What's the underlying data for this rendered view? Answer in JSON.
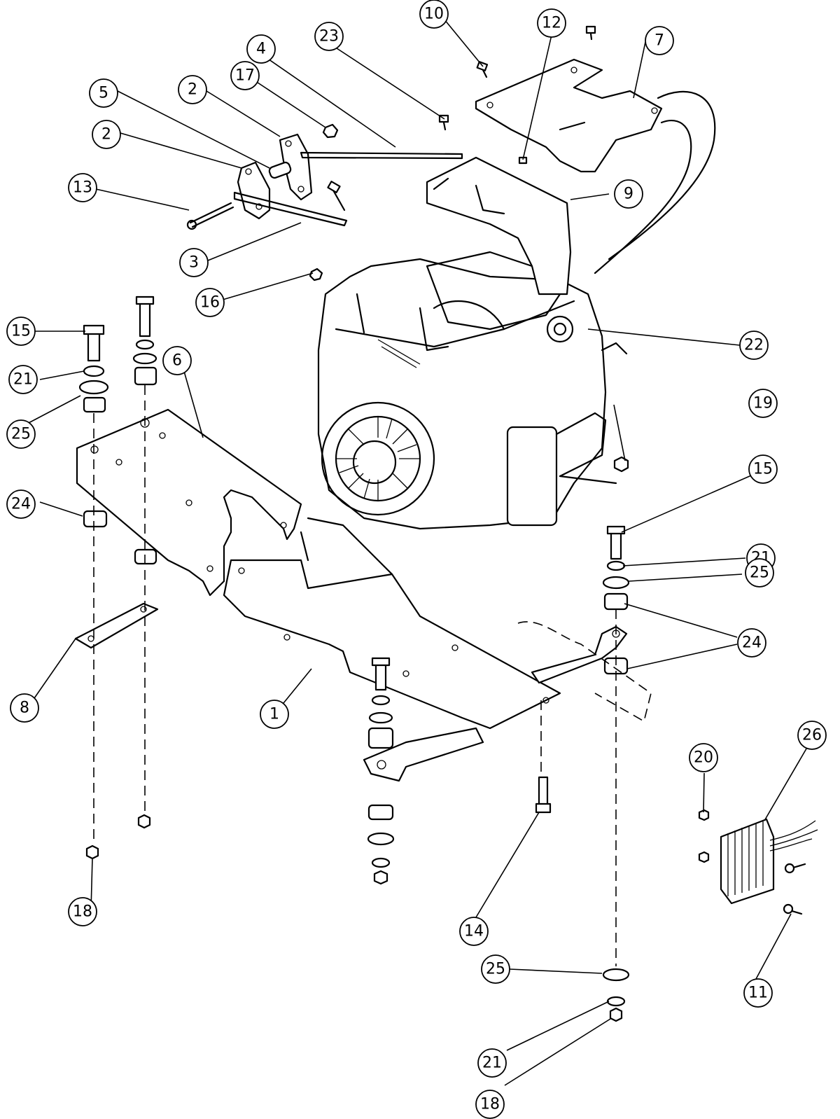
{
  "diagram": {
    "callouts": [
      {
        "id": "c1",
        "label": "1"
      },
      {
        "id": "c2a",
        "label": "2"
      },
      {
        "id": "c2b",
        "label": "2"
      },
      {
        "id": "c3",
        "label": "3"
      },
      {
        "id": "c4",
        "label": "4"
      },
      {
        "id": "c5",
        "label": "5"
      },
      {
        "id": "c6",
        "label": "6"
      },
      {
        "id": "c7",
        "label": "7"
      },
      {
        "id": "c8",
        "label": "8"
      },
      {
        "id": "c9",
        "label": "9"
      },
      {
        "id": "c10",
        "label": "10"
      },
      {
        "id": "c11",
        "label": "11"
      },
      {
        "id": "c12",
        "label": "12"
      },
      {
        "id": "c13",
        "label": "13"
      },
      {
        "id": "c14",
        "label": "14"
      },
      {
        "id": "c15a",
        "label": "15"
      },
      {
        "id": "c15b",
        "label": "15"
      },
      {
        "id": "c16",
        "label": "16"
      },
      {
        "id": "c17",
        "label": "17"
      },
      {
        "id": "c18a",
        "label": "18"
      },
      {
        "id": "c18b",
        "label": "18"
      },
      {
        "id": "c19",
        "label": "19"
      },
      {
        "id": "c20",
        "label": "20"
      },
      {
        "id": "c21a",
        "label": "21"
      },
      {
        "id": "c21b",
        "label": "21"
      },
      {
        "id": "c21c",
        "label": "21"
      },
      {
        "id": "c22",
        "label": "22"
      },
      {
        "id": "c23",
        "label": "23"
      },
      {
        "id": "c24a",
        "label": "24"
      },
      {
        "id": "c24b",
        "label": "24"
      },
      {
        "id": "c25a",
        "label": "25"
      },
      {
        "id": "c25b",
        "label": "25"
      },
      {
        "id": "c25c",
        "label": "25"
      },
      {
        "id": "c26",
        "label": "26"
      }
    ]
  }
}
